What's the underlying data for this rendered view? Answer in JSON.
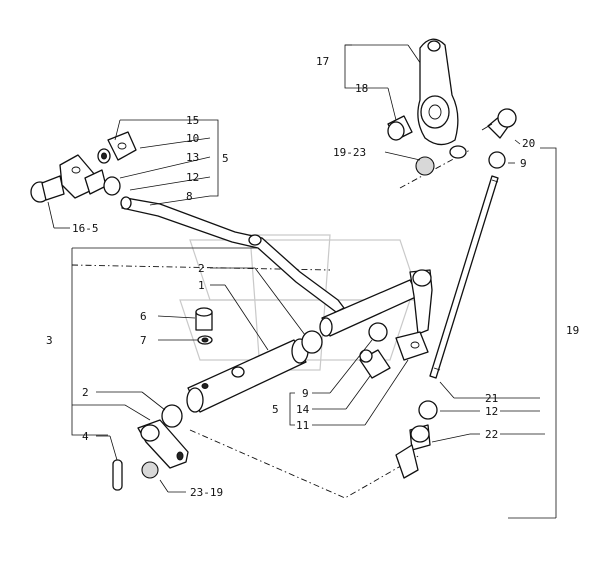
{
  "labels": {
    "l17": "17",
    "l18": "18",
    "l20": "20",
    "l9a": "9",
    "l19_23": "19-23",
    "l15": "15",
    "l10": "10",
    "l13": "13",
    "l12a": "12",
    "l8": "8",
    "l5a": "5",
    "l16_5": "16-5",
    "l2a": "2",
    "l1": "1",
    "l6": "6",
    "l7": "7",
    "l3": "3",
    "l19": "19",
    "l9b": "9",
    "l5b": "5",
    "l14": "14",
    "l11": "11",
    "l21": "21",
    "l12b": "12",
    "l22": "22",
    "l2b": "2",
    "l4": "4",
    "l23_19": "23-19"
  }
}
